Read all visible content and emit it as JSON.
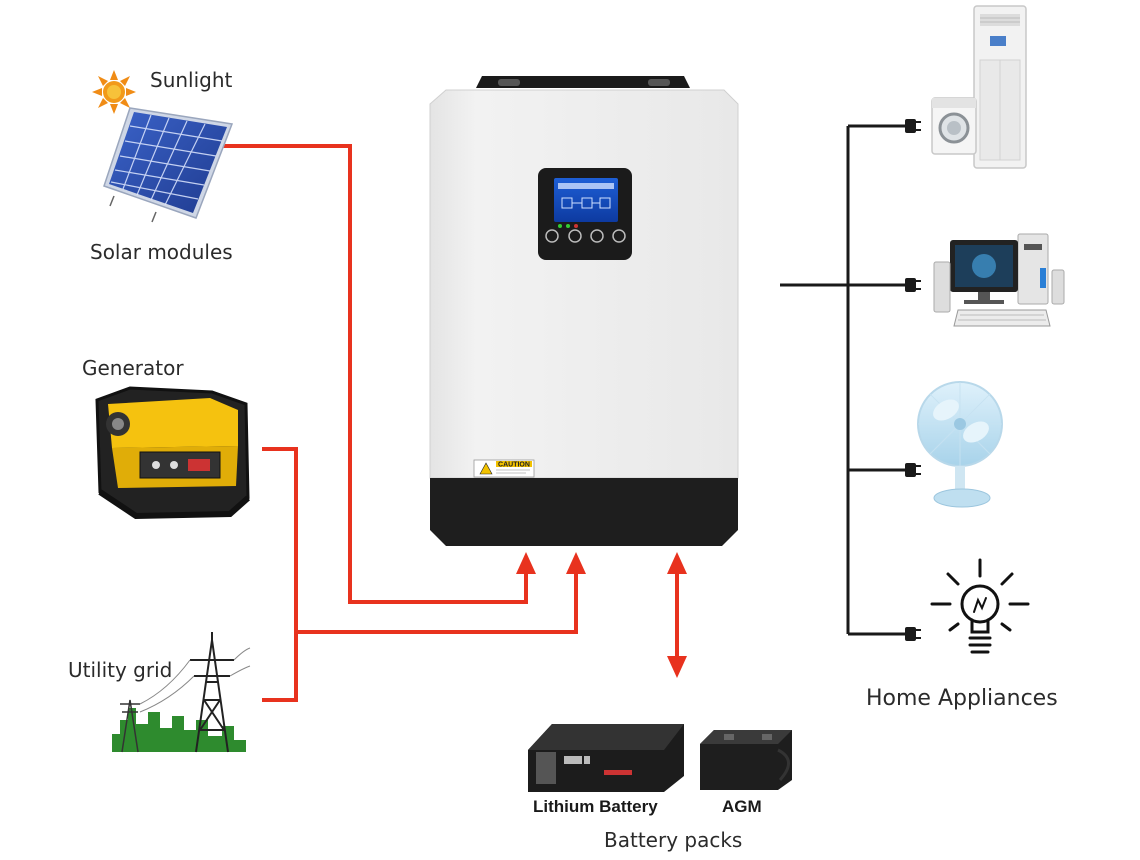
{
  "labels": {
    "sunlight": "Sunlight",
    "solar_modules": "Solar modules",
    "generator": "Generator",
    "utility_grid": "Utility grid",
    "home_appliances": "Home Appliances",
    "lithium_battery": "Lithium Battery",
    "agm": "AGM",
    "battery_packs": "Battery packs",
    "caution": "CAUTION"
  },
  "colors": {
    "power_line": "#e8321e",
    "load_line": "#1a1a1a",
    "inverter_body": "#eeeeee",
    "inverter_base": "#1e1e1e"
  },
  "icons": {
    "sun": "sun-icon",
    "solar_panel": "solar-panel-icon",
    "generator": "generator-icon",
    "transmission_tower": "transmission-tower-icon",
    "air_conditioner": "air-conditioner-icon",
    "washing_machine": "washing-machine-icon",
    "computer": "desktop-computer-icon",
    "fan": "fan-icon",
    "light_bulb": "light-bulb-icon",
    "lithium_battery": "lithium-battery-icon",
    "agm_battery": "agm-battery-icon",
    "plug": "plug-icon"
  }
}
